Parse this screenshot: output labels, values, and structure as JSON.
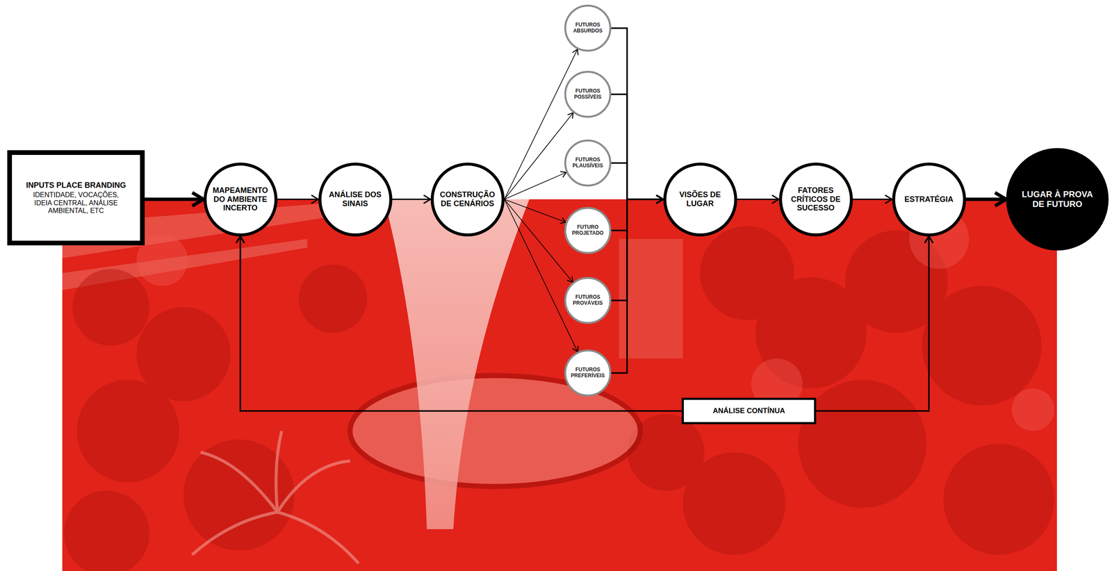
{
  "diagram": {
    "nodes": [
      {
        "text": [
          "INPUTS PLACE BRANDING",
          "IDENTIDADE, VOCAÇÕES, IDEIA CENTRAL, ANÁLISE AMBIENTAL, ETC"
        ]
      },
      {
        "text": [
          "MAPEAMENTO DO AMBIENTE INCERTO"
        ]
      },
      {
        "text": [
          "ANÁLISE DOS SINAIS"
        ]
      },
      {
        "text": [
          "CONSTRUÇÃO DE CENÁRIOS"
        ]
      },
      {
        "text": [
          "FUTUROS ABSURDOS"
        ]
      },
      {
        "text": [
          "FUTUROS POSSÍVEIS"
        ]
      },
      {
        "text": [
          "FUTUROS PLAUSÍVEIS"
        ]
      },
      {
        "text": [
          "FUTURO PROJETADO"
        ]
      },
      {
        "text": [
          "FUTUROS PROVÁVEIS"
        ]
      },
      {
        "text": [
          "FUTUROS PREFERÍVEIS"
        ]
      },
      {
        "text": [
          "VISÕES DE LUGAR"
        ]
      },
      {
        "text": [
          "FATORES CRÍTICOS DE SUCESSO"
        ]
      },
      {
        "text": [
          "ESTRATÉGIA"
        ]
      },
      {
        "text": [
          "LUGAR À PROVA DE FUTURO"
        ]
      },
      {
        "text": [
          "ANÁLISE CONTÍNUA"
        ]
      }
    ],
    "edges": [
      {
        "from": 0,
        "to": 1,
        "arrow": "to"
      },
      {
        "from": 1,
        "to": 2,
        "arrow": "to"
      },
      {
        "from": 2,
        "to": 3,
        "arrow": "to"
      },
      {
        "from": 3,
        "to": 4,
        "arrow": "to"
      },
      {
        "from": 3,
        "to": 5,
        "arrow": "to"
      },
      {
        "from": 3,
        "to": 6,
        "arrow": "to"
      },
      {
        "from": 3,
        "to": 7,
        "arrow": "to"
      },
      {
        "from": 3,
        "to": 8,
        "arrow": "to"
      },
      {
        "from": 3,
        "to": 9,
        "arrow": "to"
      },
      {
        "from": 4,
        "to": 10,
        "arrow": "to"
      },
      {
        "from": 5,
        "to": 10,
        "arrow": "to"
      },
      {
        "from": 6,
        "to": 10,
        "arrow": "to"
      },
      {
        "from": 7,
        "to": 10,
        "arrow": "to"
      },
      {
        "from": 8,
        "to": 10,
        "arrow": "to"
      },
      {
        "from": 9,
        "to": 10,
        "arrow": "to"
      },
      {
        "from": 10,
        "to": 11,
        "arrow": "to"
      },
      {
        "from": 11,
        "to": 12,
        "arrow": "to"
      },
      {
        "from": 12,
        "to": 13,
        "arrow": "to"
      },
      {
        "from": 14,
        "to": 1,
        "arrow": "to"
      },
      {
        "from": 14,
        "to": 12,
        "arrow": "to"
      }
    ]
  }
}
